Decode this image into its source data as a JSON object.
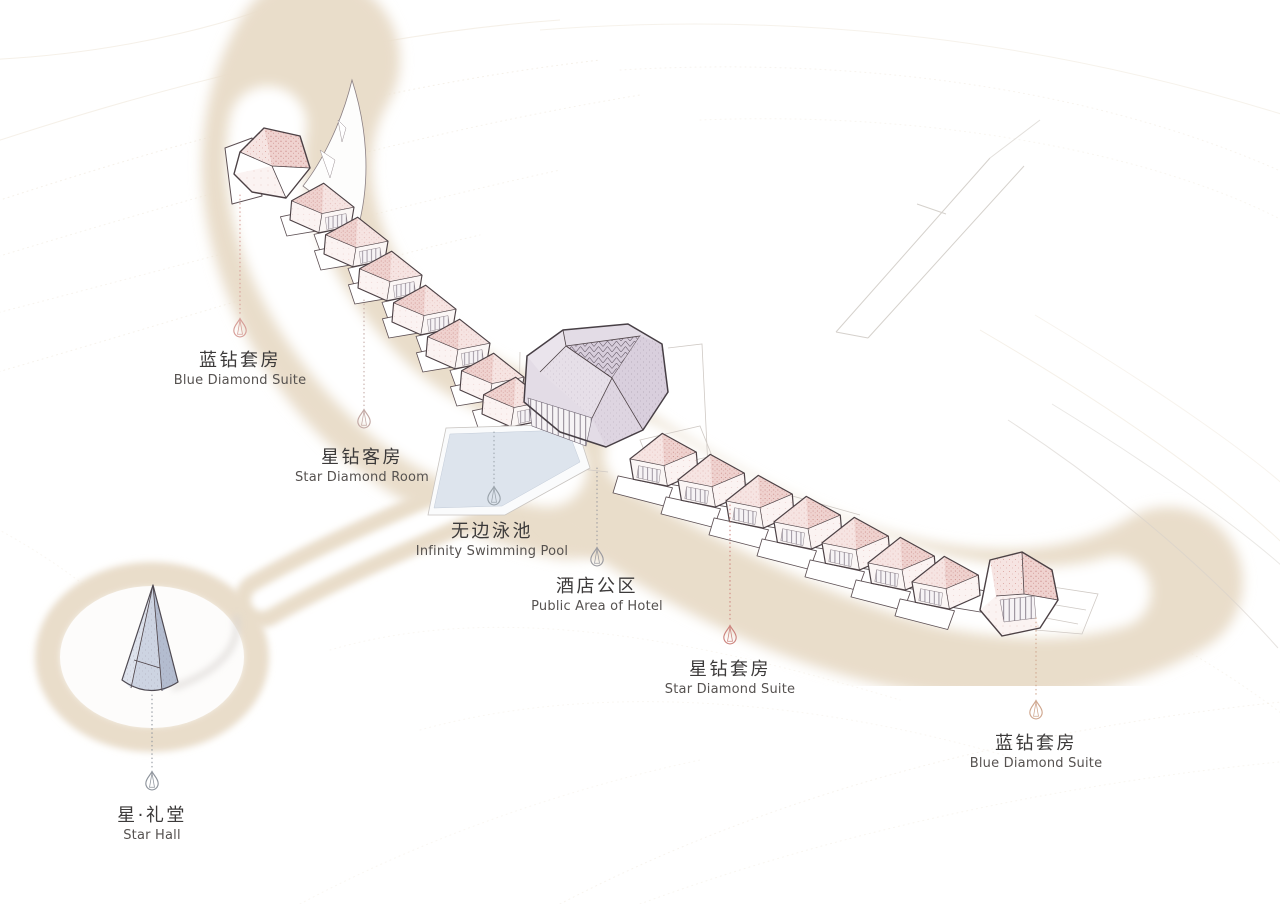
{
  "diagram": {
    "type": "architectural-site-axonometric",
    "subject": "resort hotel master plan with labeled buildings"
  },
  "labels": [
    {
      "id": "blue-diamond-suite-west",
      "zh": "蓝钻套房",
      "en": "Blue Diamond Suite",
      "pin_color": "#d69d97"
    },
    {
      "id": "star-diamond-room",
      "zh": "星钻客房",
      "en": "Star Diamond Room",
      "pin_color": "#c2a8a4"
    },
    {
      "id": "infinity-swimming-pool",
      "zh": "无边泳池",
      "en": "Infinity Swimming Pool",
      "pin_color": "#9aa3ab"
    },
    {
      "id": "public-area-of-hotel",
      "zh": "酒店公区",
      "en": "Public Area of Hotel",
      "pin_color": "#9a9aa0"
    },
    {
      "id": "star-diamond-suite",
      "zh": "星钻套房",
      "en": "Star Diamond Suite",
      "pin_color": "#cc837d"
    },
    {
      "id": "blue-diamond-suite-east",
      "zh": "蓝钻套房",
      "en": "Blue Diamond Suite",
      "pin_color": "#cfa68e"
    },
    {
      "id": "star-hall",
      "zh": "星·礼堂",
      "en": "Star Hall",
      "pin_color": "#8e949c"
    }
  ],
  "palette": {
    "background": "#ffffff",
    "site_band_beige": "#e9ddca",
    "contour_line": "#ece2d2",
    "building_outline": "#4c4145",
    "room_pink_light": "#f6e4e2",
    "room_pink_dense": "#efd2cf",
    "stipple_dot": "#c06f6b",
    "hotel_lavender": "#d9cfdd",
    "pool_blue": "#dde4ed",
    "star_hall_blue": "#c9d0de",
    "label_zh_color": "#3c3a3a",
    "label_en_color": "#565250"
  },
  "icons": [
    {
      "name": "location-pin-icon",
      "shape": "faceted teardrop gem marker"
    }
  ]
}
